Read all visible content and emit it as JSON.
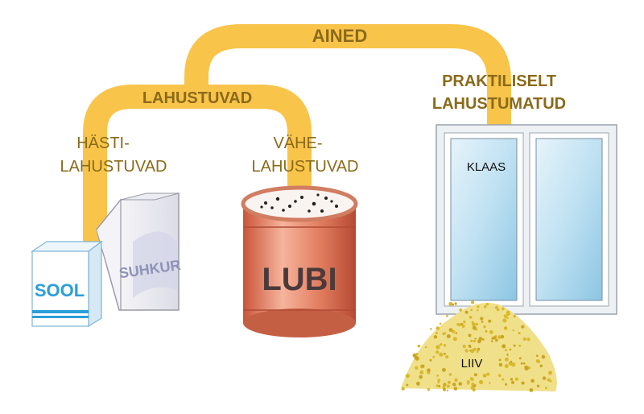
{
  "labels": {
    "top": "AINED",
    "soluble": "LAHUSTUVAD",
    "insoluble_line1": "PRAKTILISELT",
    "insoluble_line2": "LAHUSTUMATUD",
    "well_line1": "HÄSTI-",
    "well_line2": "LAHUSTUVAD",
    "poor_line1": "VÄHE-",
    "poor_line2": "LAHUSTUVAD"
  },
  "items": {
    "salt": "SOOL",
    "sugar": "SUHKUR",
    "lime": "LUBI",
    "glass": "KLAAS",
    "sand": "LIIV"
  },
  "colors": {
    "band": "#f8c44a",
    "label": "#8a6a1a",
    "salt_blue": "#2a9fd8",
    "lime_body": "#e08a6c",
    "glass": "#bfe0f0",
    "sand": "#e7cf43"
  }
}
